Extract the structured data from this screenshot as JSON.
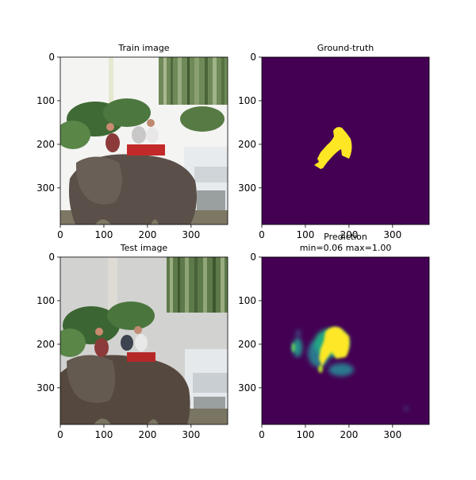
{
  "chart_data": [
    {
      "type": "image",
      "title": "Train image",
      "xticks": [
        0,
        100,
        200,
        300
      ],
      "yticks": [
        0,
        100,
        200,
        300
      ],
      "xlim": [
        0,
        384
      ],
      "ylim": [
        384,
        0
      ]
    },
    {
      "type": "heatmap",
      "title": "Ground-truth",
      "colormap": "viridis",
      "xticks": [
        0,
        100,
        200,
        300
      ],
      "yticks": [
        0,
        100,
        200,
        300
      ],
      "xlim": [
        0,
        384
      ],
      "ylim": [
        384,
        0
      ]
    },
    {
      "type": "image",
      "title": "Test image",
      "xticks": [
        0,
        100,
        200,
        300
      ],
      "yticks": [
        0,
        100,
        200,
        300
      ],
      "xlim": [
        0,
        384
      ],
      "ylim": [
        384,
        0
      ]
    },
    {
      "type": "heatmap",
      "title": "Prediction",
      "subtitle": "min=0.06 max=1.00",
      "colormap": "viridis",
      "value_range": [
        0.06,
        1.0
      ],
      "xticks": [
        0,
        100,
        200,
        300
      ],
      "yticks": [
        0,
        100,
        200,
        300
      ],
      "xlim": [
        0,
        384
      ],
      "ylim": [
        384,
        0
      ]
    }
  ],
  "colors": {
    "viridis_low": "#440154",
    "viridis_mid": "#21918c",
    "viridis_high": "#fde725"
  }
}
